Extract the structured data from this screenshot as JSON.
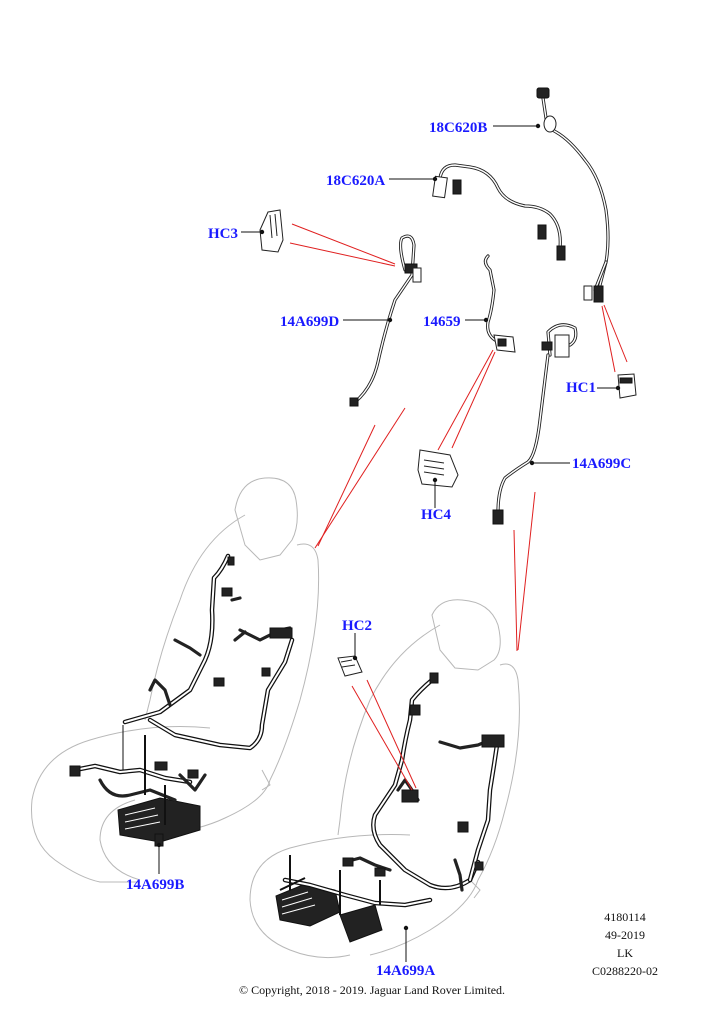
{
  "diagram": {
    "title": "Seat wiring harness components",
    "label_color": "#1a1aff",
    "callout_line_color": "#e02020",
    "labels": {
      "c18c620b": "18C620B",
      "c18c620a": "18C620A",
      "hc3": "HC3",
      "p14a699d": "14A699D",
      "p14659": "14659",
      "hc1": "HC1",
      "hc4": "HC4",
      "p14a699c": "14A699C",
      "hc2": "HC2",
      "p14a699b": "14A699B",
      "p14a699a": "14A699A"
    },
    "meta": {
      "code": "4180114",
      "date": "49-2019",
      "initials": "LK",
      "ref": "C0288220-02"
    },
    "copyright": "© Copyright, 2018 - 2019. Jaguar Land Rover Limited."
  }
}
